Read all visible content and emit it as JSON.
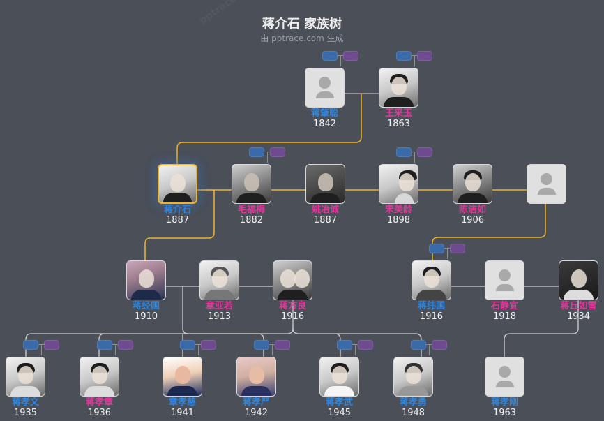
{
  "header": {
    "title": "蒋介石 家族树",
    "subtitle": "由 pptrace.com 生成",
    "watermark": "pptrace"
  },
  "colors": {
    "background": "#4a4f58",
    "male_name": "#2f86e0",
    "female_name": "#e0399a",
    "focus_border": "#f0b429",
    "direct_line": "#f0b429",
    "other_line": "#d0d0d0",
    "pill_blue": "#3a6aa8",
    "pill_purple": "#6e4b8e"
  },
  "generations": [
    {
      "level": 1,
      "members": [
        {
          "id": "jiang-zhaocong",
          "name": "蒋肇聪",
          "year": "1842",
          "gender": "male",
          "photo": "placeholder-avatar-icon"
        },
        {
          "id": "wang-caiyu",
          "name": "王采玉",
          "year": "1863",
          "gender": "female",
          "photo": "portrait"
        }
      ]
    },
    {
      "level": 2,
      "members": [
        {
          "id": "jiang-jieshi",
          "name": "蒋介石",
          "year": "1887",
          "gender": "male",
          "photo": "portrait",
          "focus": true
        },
        {
          "id": "mao-fumei",
          "name": "毛福梅",
          "year": "1882",
          "gender": "female",
          "photo": "portrait"
        },
        {
          "id": "yao-yecheng",
          "name": "姚冶诚",
          "year": "1887",
          "gender": "female",
          "photo": "portrait"
        },
        {
          "id": "song-meiling",
          "name": "宋美龄",
          "year": "1898",
          "gender": "female",
          "photo": "portrait"
        },
        {
          "id": "chen-jieru",
          "name": "陈洁如",
          "year": "1906",
          "gender": "female",
          "photo": "portrait"
        },
        {
          "id": "unknown-spouse",
          "name": "",
          "year": "",
          "gender": "unknown",
          "photo": "placeholder-avatar-icon"
        }
      ]
    },
    {
      "level": 3,
      "members": [
        {
          "id": "jiang-jingguo",
          "name": "蒋经国",
          "year": "1910",
          "gender": "male",
          "photo": "portrait"
        },
        {
          "id": "zhang-yaruo",
          "name": "章亚若",
          "year": "1913",
          "gender": "female",
          "photo": "portrait"
        },
        {
          "id": "jiang-fangliang",
          "name": "蒋方良",
          "year": "1916",
          "gender": "female",
          "photo": "portrait"
        },
        {
          "id": "jiang-weiguo",
          "name": "蒋纬国",
          "year": "1916",
          "gender": "male",
          "photo": "portrait"
        },
        {
          "id": "shi-jingyi",
          "name": "石静宜",
          "year": "1918",
          "gender": "female",
          "photo": "placeholder-avatar-icon"
        },
        {
          "id": "jiang-qiuruxue",
          "name": "蒋丘如雪",
          "year": "1934",
          "gender": "female",
          "photo": "portrait"
        }
      ]
    },
    {
      "level": 4,
      "members": [
        {
          "id": "jiang-xiaowen",
          "name": "蒋孝文",
          "year": "1935",
          "gender": "male",
          "photo": "portrait"
        },
        {
          "id": "jiang-xiaozhang",
          "name": "蒋孝章",
          "year": "1936",
          "gender": "female",
          "photo": "portrait"
        },
        {
          "id": "zhang-xiaoci",
          "name": "章孝慈",
          "year": "1941",
          "gender": "male",
          "photo": "portrait"
        },
        {
          "id": "jiang-xiaoyan",
          "name": "蒋孝严",
          "year": "1942",
          "gender": "male",
          "photo": "portrait"
        },
        {
          "id": "jiang-xiaowu",
          "name": "蒋孝武",
          "year": "1945",
          "gender": "male",
          "photo": "portrait"
        },
        {
          "id": "jiang-xiaoyong",
          "name": "蒋孝勇",
          "year": "1948",
          "gender": "male",
          "photo": "portrait"
        },
        {
          "id": "jiang-xiaogang",
          "name": "蒋孝刚",
          "year": "1963",
          "gender": "male",
          "photo": "placeholder-avatar-icon"
        }
      ]
    }
  ]
}
